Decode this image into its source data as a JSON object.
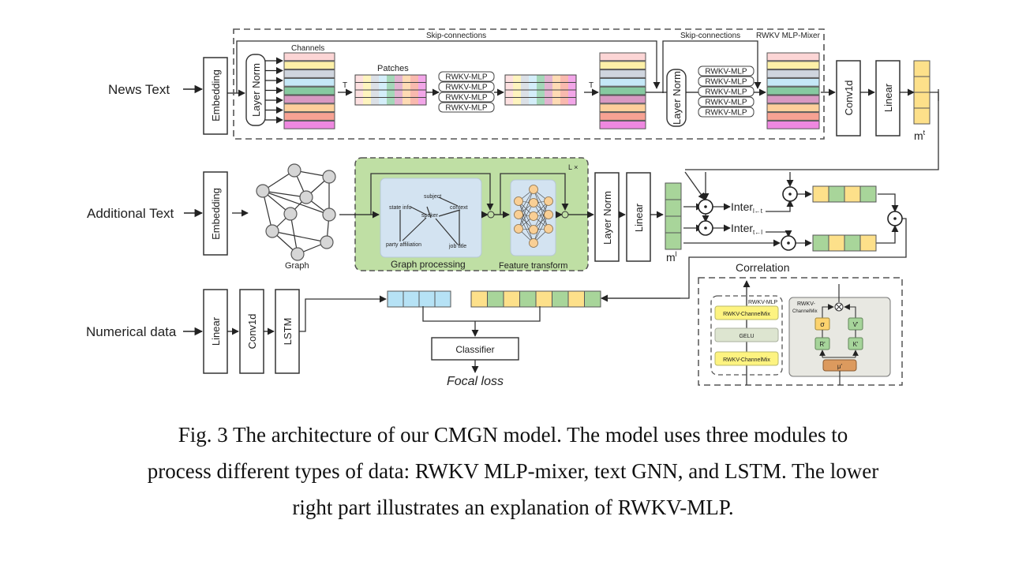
{
  "figure": {
    "inputs": {
      "news_text": "News Text",
      "additional_text": "Additional Text",
      "numerical_data": "Numerical data"
    },
    "mixer": {
      "title": "RWKV MLP-Mixer",
      "skip_label_1": "Skip-connections",
      "skip_label_2": "Skip-connections",
      "channels_label": "Channels",
      "patches_label": "Patches",
      "transpose_label": "T",
      "embedding": "Embedding",
      "layer_norm_1": "Layer Norm",
      "layer_norm_2": "Layer Norm",
      "mlp_group_1": [
        "RWKV-MLP",
        "RWKV-MLP",
        "RWKV-MLP",
        "RWKV-MLP"
      ],
      "mlp_group_2": [
        "RWKV-MLP",
        "RWKV-MLP",
        "RWKV-MLP",
        "RWKV-MLP",
        "RWKV-MLP"
      ],
      "channel_colors": [
        "#fcd5d5",
        "#fdf0a8",
        "#cfd5de",
        "#c5e8f7",
        "#86c9a0",
        "#d899c2",
        "#fdcf9b",
        "#f7a293",
        "#ee88e0"
      ]
    },
    "text_branch_out": {
      "conv1d": "Conv1d",
      "linear": "Linear",
      "vector_label": "m",
      "vector_sup": "t"
    },
    "gnn": {
      "embedding": "Embedding",
      "graph_label": "Graph",
      "repeat_label": "L ×",
      "graph_processing": "Graph processing",
      "feature_transform": "Feature transform",
      "nodes": [
        "subject",
        "state info",
        "context",
        "speker",
        "party affiliation",
        "job title"
      ],
      "layer_norm": "Layer Norm",
      "linear": "Linear",
      "vector_label": "m",
      "vector_sup": "l"
    },
    "correlation": {
      "inter_1": "Inter",
      "inter_1_sub": "l←t",
      "inter_2": "Inter",
      "inter_2_sub": "t←l",
      "label": "Correlation",
      "colors": {
        "yellow": "#fde08a",
        "green": "#a8d59a",
        "blue": "#b6e2f5"
      }
    },
    "numeric_branch": {
      "linear": "Linear",
      "conv1d": "Conv1d",
      "lstm": "LSTM"
    },
    "head": {
      "classifier": "Classifier",
      "loss": "Focal loss"
    },
    "rwkv_detail": {
      "mlp_title": "RWKV-MLP",
      "channelmix_top": "RWKV-ChannelMix",
      "gelu": "GELU",
      "channelmix_bottom": "RWKV-ChannelMix",
      "channelmix_title_1": "RWKV-",
      "channelmix_title_2": "ChannelMix",
      "sigma": "σ",
      "v": "V'",
      "r": "R'",
      "k": "K'",
      "mu": "μ'"
    }
  },
  "caption": {
    "line1": "Fig. 3 The architecture of our CMGN model. The model uses three modules to",
    "line2": "process different types of data: RWKV MLP-mixer, text GNN, and LSTM. The lower",
    "line3": "right part illustrates an explanation of RWKV-MLP."
  }
}
